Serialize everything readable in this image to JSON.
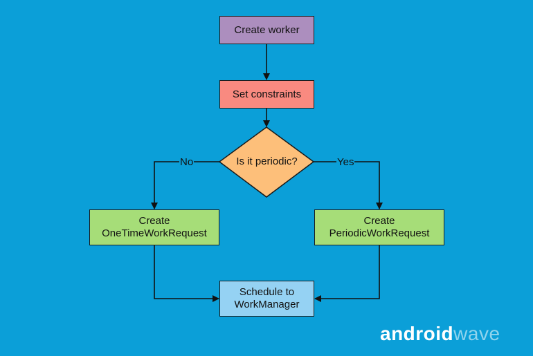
{
  "nodes": {
    "create_worker": "Create worker",
    "set_constraints": "Set constraints",
    "is_periodic": "Is it periodic?",
    "one_time": {
      "line1": "Create",
      "line2": "OneTimeWorkRequest"
    },
    "periodic": {
      "line1": "Create",
      "line2": "PeriodicWorkRequest"
    },
    "schedule": {
      "line1": "Schedule to",
      "line2": "WorkManager"
    }
  },
  "edges": {
    "no_label": "No",
    "yes_label": "Yes"
  },
  "logo": {
    "part1": "android",
    "part2": "wave"
  },
  "colors": {
    "background": "#0b9fd8",
    "create_worker": "#ac8ebe",
    "set_constraints": "#f98a80",
    "decision": "#fdbf7a",
    "requests": "#a6dd78",
    "schedule": "#95d2f3"
  }
}
